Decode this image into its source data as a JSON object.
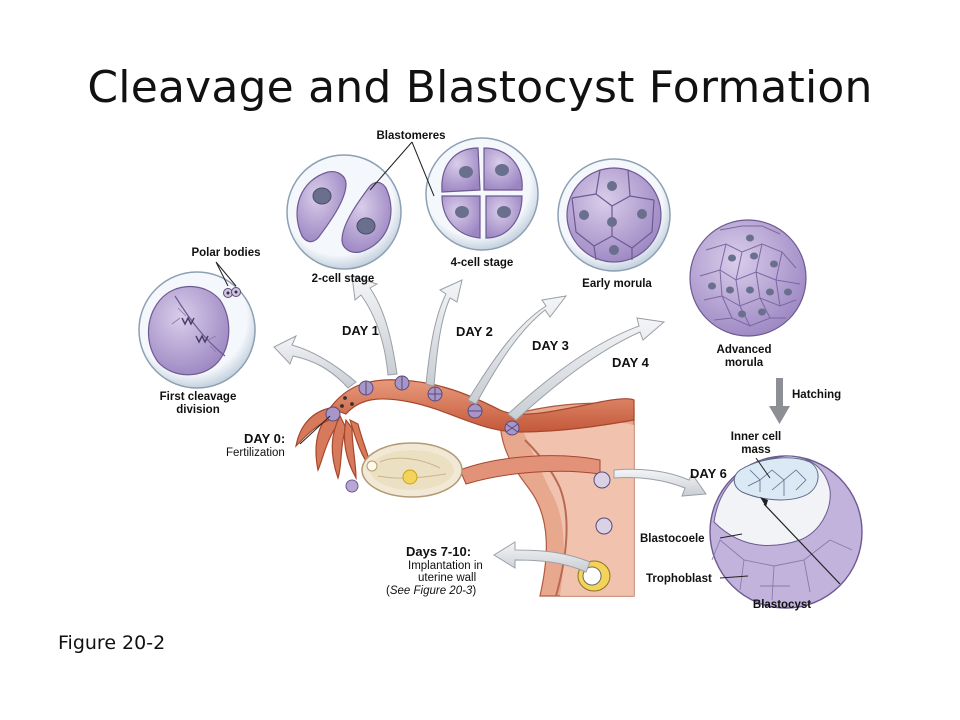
{
  "slide": {
    "title": "Cleavage and Blastocyst Formation",
    "caption": "Figure 20-2"
  },
  "labels": {
    "blastomeres": "Blastomeres",
    "polar_bodies": "Polar bodies",
    "two_cell": "2-cell stage",
    "four_cell": "4-cell stage",
    "early_morula": "Early morula",
    "advanced_morula_1": "Advanced",
    "advanced_morula_2": "morula",
    "first_cleavage_1": "First cleavage",
    "first_cleavage_2": "division",
    "day0": "DAY 0:",
    "fertilization": "Fertilization",
    "day1": "DAY 1",
    "day2": "DAY 2",
    "day3": "DAY 3",
    "day4": "DAY 4",
    "day6": "DAY 6",
    "hatching": "Hatching",
    "inner_cell_mass_1": "Inner cell",
    "inner_cell_mass_2": "mass",
    "blastocoele": "Blastocoele",
    "trophoblast": "Trophoblast",
    "blastocyst": "Blastocyst",
    "days_7_10": "Days 7-10:",
    "implantation_1": "Implantation in",
    "implantation_2": "uterine wall",
    "see_figure_prefix": "(",
    "see_figure": "See Figure 20-3",
    "see_figure_suffix": ")"
  },
  "colors": {
    "cell_fill": "#b8a6d4",
    "cell_stroke": "#6e5a92",
    "nucleus": "#6a6f8e",
    "zona": "#e8eef5",
    "tube": "#d77a5c",
    "tube_light": "#f0b59d",
    "arrow": "#e3e6ea",
    "arrow_stroke": "#9aa0a6"
  }
}
